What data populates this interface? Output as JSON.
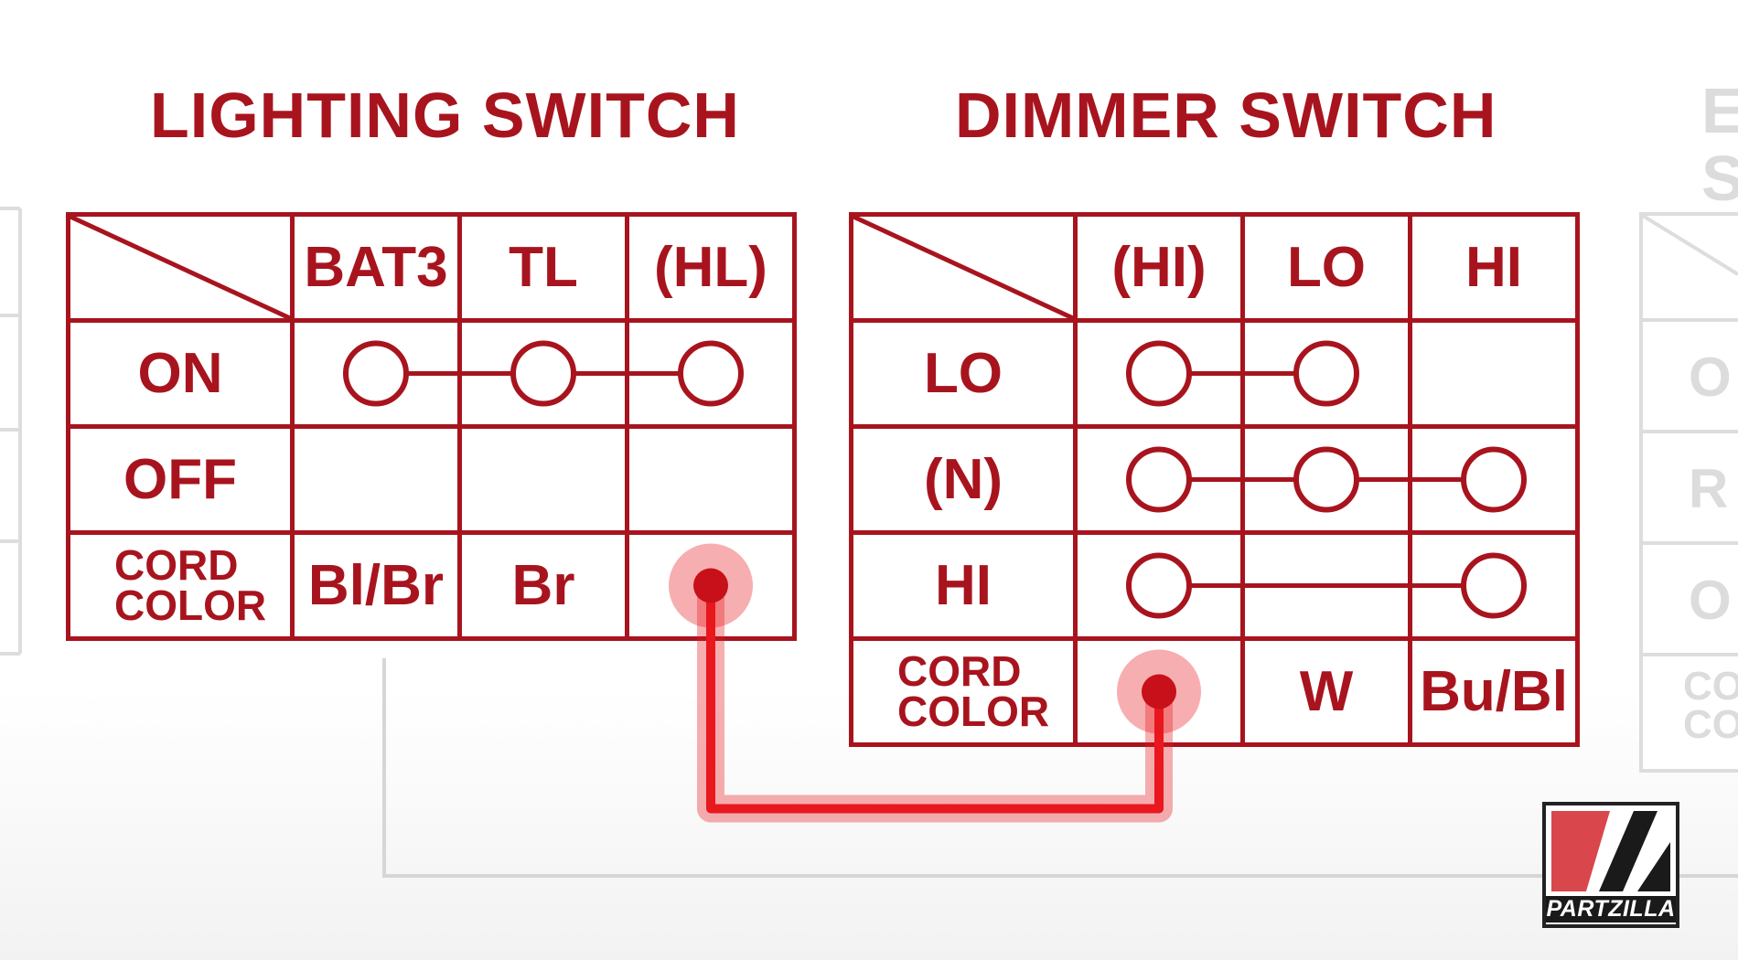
{
  "lighting_switch": {
    "title": "LIGHTING SWITCH",
    "columns": [
      "BAT3",
      "TL",
      "(HL)"
    ],
    "rows": [
      {
        "label": "ON",
        "connected": [
          true,
          true,
          true
        ]
      },
      {
        "label": "OFF",
        "connected": [
          false,
          false,
          false
        ]
      }
    ],
    "cord_label_line1": "CORD",
    "cord_label_line2": "COLOR",
    "cord_colors": [
      "Bl/Br",
      "Br",
      ""
    ]
  },
  "dimmer_switch": {
    "title": "DIMMER SWITCH",
    "columns": [
      "(HI)",
      "LO",
      "HI"
    ],
    "rows": [
      {
        "label": "LO",
        "connected": [
          true,
          true,
          false
        ]
      },
      {
        "label": "(N)",
        "connected": [
          true,
          true,
          true
        ]
      },
      {
        "label": "HI",
        "connected": [
          true,
          false,
          true
        ]
      }
    ],
    "cord_label_line1": "CORD",
    "cord_label_line2": "COLOR",
    "cord_colors": [
      "",
      "W",
      "Bu/Bl"
    ]
  },
  "ghost": {
    "title_line1": "E",
    "title_line2": "S",
    "row1": "O",
    "row2": "R",
    "row3": "O",
    "cord1": "CO",
    "cord2": "CO"
  },
  "logo": {
    "text": "PARTZILLA"
  },
  "colors": {
    "primary_red": "#a8141e",
    "highlight_red": "#e8181e",
    "ghost_gray": "#dcdcdc"
  }
}
